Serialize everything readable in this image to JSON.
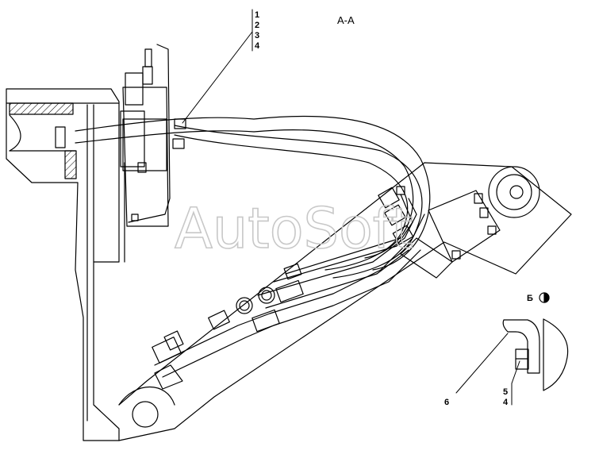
{
  "section_label": "А-А",
  "view_label": "Б",
  "watermark": "AutoSoft",
  "callouts_top": [
    "1",
    "2",
    "3",
    "4"
  ],
  "callouts_bottom": {
    "left": "6",
    "right_upper": "5",
    "right_lower": "4"
  }
}
